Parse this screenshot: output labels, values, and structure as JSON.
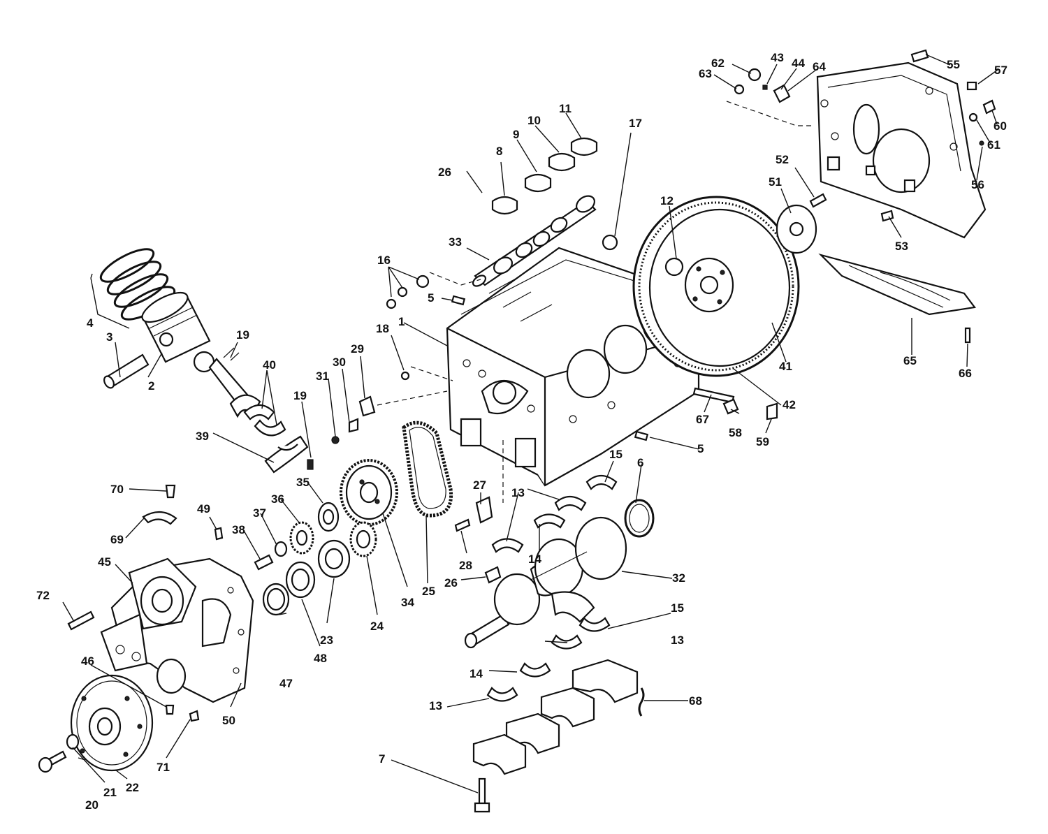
{
  "labels": {
    "l1": "1",
    "l2": "2",
    "l3": "3",
    "l4": "4",
    "l5a": "5",
    "l5b": "5",
    "l6": "6",
    "l7": "7",
    "l8": "8",
    "l9": "9",
    "l10": "10",
    "l11": "11",
    "l12": "12",
    "l13a": "13",
    "l13b": "13",
    "l13c": "13",
    "l14a": "14",
    "l14b": "14",
    "l15a": "15",
    "l15b": "15",
    "l16": "16",
    "l17": "17",
    "l18": "18",
    "l19a": "19",
    "l19b": "19",
    "l20": "20",
    "l21": "21",
    "l22": "22",
    "l23": "23",
    "l24": "24",
    "l25": "25",
    "l26a": "26",
    "l26b": "26",
    "l27": "27",
    "l28": "28",
    "l29": "29",
    "l30": "30",
    "l31": "31",
    "l32": "32",
    "l33": "33",
    "l34": "34",
    "l35": "35",
    "l36": "36",
    "l37": "37",
    "l38": "38",
    "l39": "39",
    "l40": "40",
    "l41": "41",
    "l42": "42",
    "l43": "43",
    "l44": "44",
    "l45": "45",
    "l46": "46",
    "l47": "47",
    "l48": "48",
    "l49": "49",
    "l50": "50",
    "l51": "51",
    "l52": "52",
    "l53": "53",
    "l55": "55",
    "l56": "56",
    "l57": "57",
    "l58": "58",
    "l59": "59",
    "l60": "60",
    "l61": "61",
    "l62": "62",
    "l63": "63",
    "l64": "64",
    "l65": "65",
    "l66": "66",
    "l67": "67",
    "l68": "68",
    "l69": "69",
    "l70": "70",
    "l71": "71",
    "l72": "72"
  }
}
